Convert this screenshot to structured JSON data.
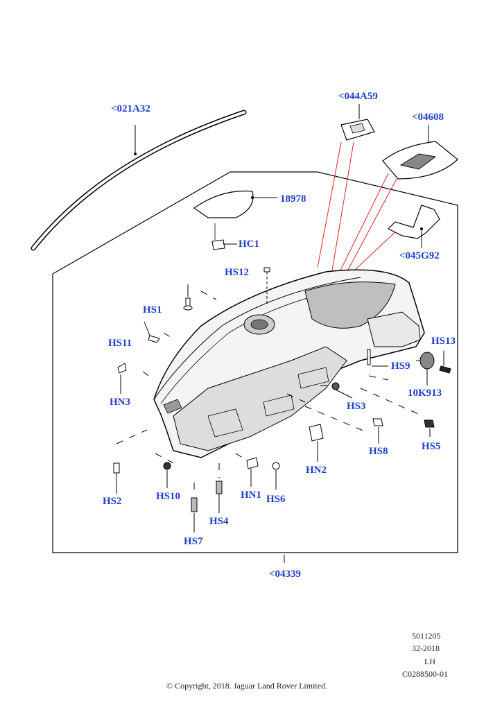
{
  "callouts": {
    "c021A32": "<021A32",
    "c044A59": "<044A59",
    "c04608": "<04608",
    "p18978": "18978",
    "hc1": "HC1",
    "c045G92": "<045G92",
    "hs12": "HS12",
    "hs1": "HS1",
    "hs11": "HS11",
    "hn3": "HN3",
    "hs13": "HS13",
    "hs9": "HS9",
    "k10K913": "10K913",
    "hs3": "HS3",
    "hs5": "HS5",
    "hs8": "HS8",
    "hn2": "HN2",
    "hs2": "HS2",
    "hs10": "HS10",
    "hn1": "HN1",
    "hs6": "HS6",
    "hs4": "HS4",
    "hs7": "HS7",
    "c04339": "<04339"
  },
  "footer": {
    "code1": "5011205",
    "code2": "32-2018",
    "side": "LH",
    "illustration_id": "C0288500-01",
    "copyright": "© Copyright, 2018. Jaguar Land Rover Limited."
  },
  "colors": {
    "callout_text": "#1f3fc6",
    "line": "#000000",
    "highlight_line": "#e02020"
  }
}
